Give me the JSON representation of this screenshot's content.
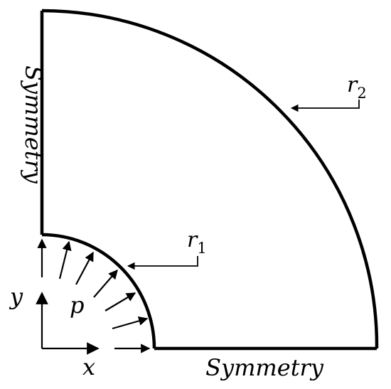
{
  "labels": {
    "symmetry_left": "Symmetry",
    "symmetry_bottom": "Symmetry",
    "r2": "r",
    "r2_sub": "2",
    "r1": "r",
    "r1_sub": "1",
    "pressure": "p",
    "axis_x": "x",
    "axis_y": "y"
  },
  "colors": {
    "stroke": "#000000",
    "background": "#ffffff"
  },
  "icons": {
    "pressure_arrows": "arrow-icon",
    "axes": "coordinate-axes-icon"
  }
}
